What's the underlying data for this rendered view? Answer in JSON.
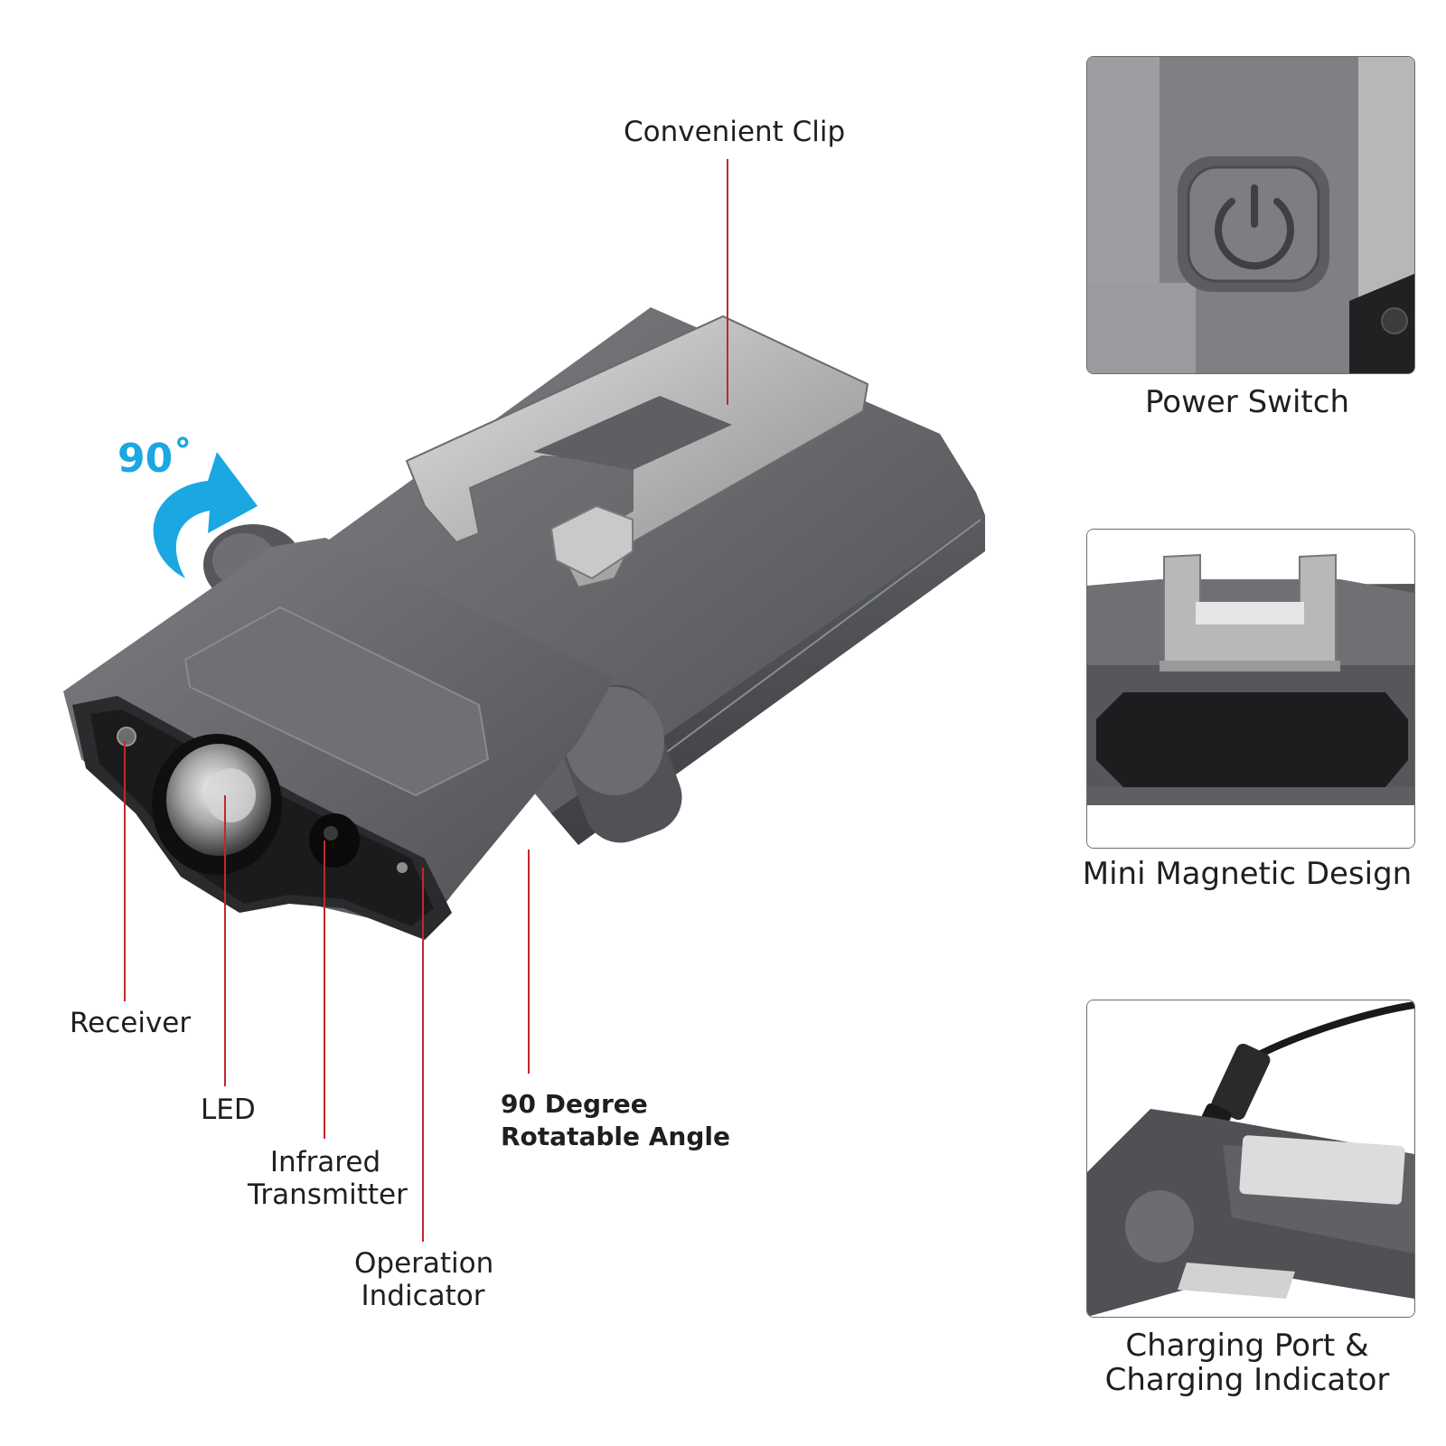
{
  "callouts": {
    "clip": "Convenient Clip",
    "receiver": "Receiver",
    "led": "LED",
    "infrared_line1": "Infrared",
    "infrared_line2": "Transmitter",
    "indicator_line1": "Operation",
    "indicator_line2": "Indicator",
    "rotation_line1": "90 Degree",
    "rotation_line2": "Rotatable Angle",
    "rotation_degree": "90˚"
  },
  "panels": [
    {
      "caption": "Power Switch"
    },
    {
      "caption": "Mini Magnetic Design"
    },
    {
      "caption_line1": "Charging Port &",
      "caption_line2": "Charging Indicator"
    }
  ],
  "colors": {
    "leader": "#c0282c",
    "arrow": "#1aa7e2",
    "body": "#5b5d60"
  }
}
